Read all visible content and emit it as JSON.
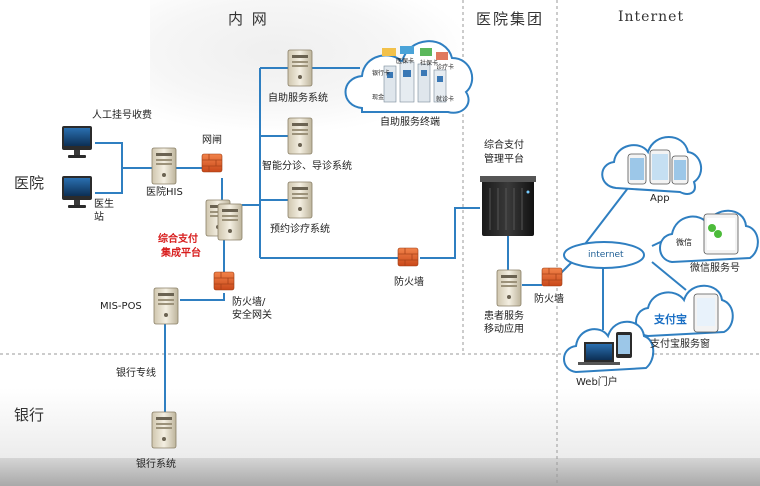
{
  "zones": {
    "intranet": "内 网",
    "hospital_group": "医院集团",
    "internet": "Internet"
  },
  "sides": {
    "hospital": "医院",
    "bank": "银行"
  },
  "nodes": {
    "manual_cashier": "人工挂号收费",
    "doctor_station_1": "医生",
    "doctor_station_2": "站",
    "gateway": "网闸",
    "hospital_his": "医院HIS",
    "payment_platform_1": "综合支付",
    "payment_platform_2": "集成平台",
    "self_service": "自助服务系统",
    "triage": "智能分诊、导诊系统",
    "appointment": "预约诊疗系统",
    "self_terminal": "自助服务终端",
    "firewall_center": "防火墙",
    "firewall_gateway_1": "防火墙/",
    "firewall_gateway_2": "安全网关",
    "mis_pos": "MIS-POS",
    "bank_line": "银行专线",
    "bank_system": "银行系统",
    "group_platform_1": "综合支付",
    "group_platform_2": "管理平台",
    "patient_app_1": "患者服务",
    "patient_app_2": "移动应用",
    "firewall_group": "防火墙",
    "internet_hub": "internet",
    "app": "App",
    "wechat": "微信服务号",
    "wechat_logo": "微信",
    "alipay": "支付宝服务窗",
    "alipay_logo": "支付宝",
    "web_portal": "Web门户",
    "kiosk_labels": [
      "银行卡",
      "医保卡",
      "社保卡",
      "诊疗卡",
      "现金",
      "就诊卡"
    ]
  },
  "colors": {
    "link": "#2f7fc1",
    "cloud_stroke": "#2f7fc1",
    "firewall": "#e8632b",
    "server": "#e9e1cd",
    "divider": "#9a9a9a",
    "highlight": "#d81e1e"
  }
}
